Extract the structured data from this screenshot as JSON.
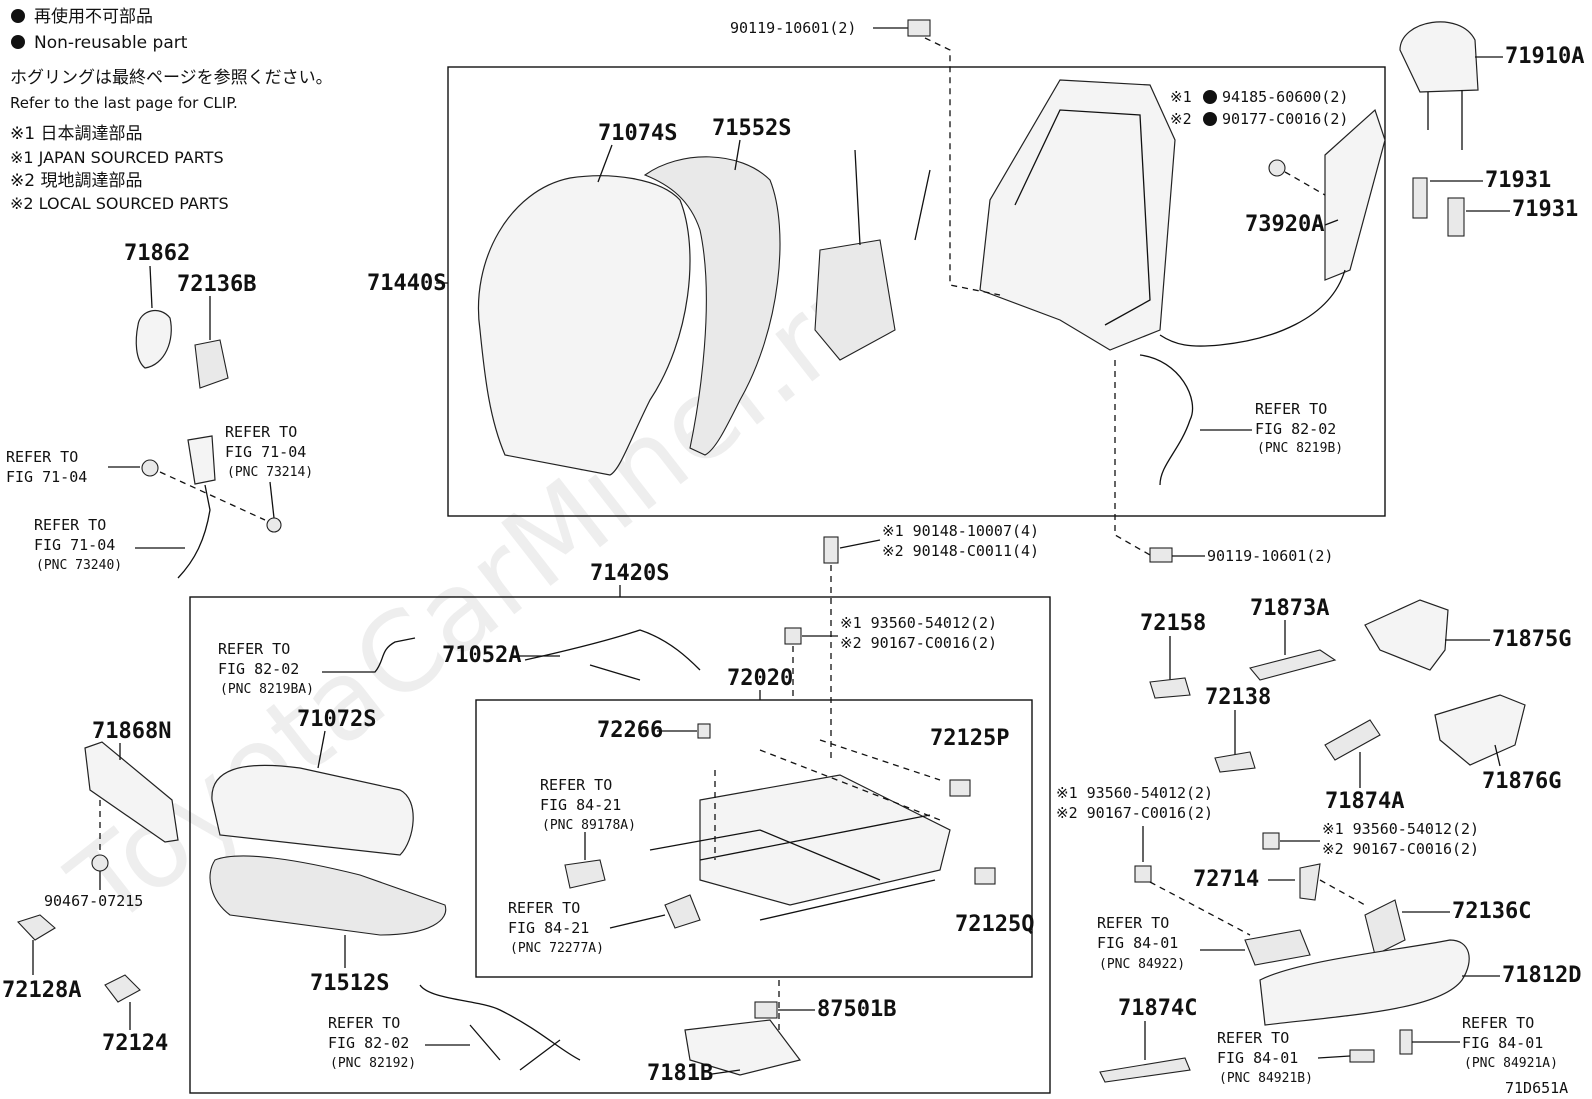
{
  "legend": {
    "non_reusable_jp": "再使用不可部品",
    "non_reusable_en": "Non-reusable part",
    "clip_jp": "ホグリングは最終ページを参照ください。",
    "clip_en": "Refer to the last page for CLIP.",
    "note1_jp": "※1 日本調達部品",
    "note1_en": "※1 JAPAN SOURCED PARTS",
    "note2_jp": "※2 現地調達部品",
    "note2_en": "※2 LOCAL SOURCED PARTS"
  },
  "watermark": "ToyotaCarMiner.ru",
  "figure_code": "71D651A",
  "parts": {
    "p71910A": "71910A",
    "p71931a": "71931",
    "p71931b": "71931",
    "p73920A": "73920A",
    "p71074S": "71074S",
    "p71552S": "71552S",
    "p71440S": "71440S",
    "p71862": "71862",
    "p72136B": "72136B",
    "p71420S": "71420S",
    "p71052A": "71052A",
    "p72020": "72020",
    "p72266": "72266",
    "p72125P": "72125P",
    "p72125Q": "72125Q",
    "p71072S": "71072S",
    "p71512S": "71512S",
    "p71868N": "71868N",
    "p90467": "90467-07215",
    "p72128A": "72128A",
    "p72124": "72124",
    "p87501B": "87501B",
    "p7181B": "7181B",
    "p72158": "72158",
    "p71873A": "71873A",
    "p71875G": "71875G",
    "p72138": "72138",
    "p71876G": "71876G",
    "p71874A": "71874A",
    "p72714": "72714",
    "p72136C": "72136C",
    "p71812D": "71812D",
    "p71874C": "71874C"
  },
  "bolts": {
    "b_top": "90119-10601(2)",
    "b_right": "90119-10601(2)",
    "b_94185_mark": "※1",
    "b_94185": "94185-60600(2)",
    "b_90177_mark": "※2",
    "b_90177": "90177-C0016(2)",
    "b_90148a": "※1 90148-10007(4)",
    "b_90148b": "※2 90148-C0011(4)",
    "b_93560a": "※1 93560-54012(2)",
    "b_90167a": "※2 90167-C0016(2)",
    "b_93560b": "※1 93560-54012(2)",
    "b_90167b": "※2 90167-C0016(2)",
    "b_93560c": "※1 93560-54012(2)",
    "b_90167c": "※2 90167-C0016(2)"
  },
  "refs": {
    "r1": {
      "l1": "REFER TO",
      "l2": "FIG 82-02",
      "l3": "(PNC 8219B)"
    },
    "r2": {
      "l1": "REFER TO",
      "l2": "FIG 71-04",
      "l3": "(PNC 73214)"
    },
    "r3": {
      "l1": "REFER TO",
      "l2": "FIG 71-04"
    },
    "r4": {
      "l1": "REFER TO",
      "l2": "FIG 71-04",
      "l3": "(PNC 73240)"
    },
    "r5": {
      "l1": "REFER TO",
      "l2": "FIG 82-02",
      "l3": "(PNC 8219BA)"
    },
    "r6": {
      "l1": "REFER TO",
      "l2": "FIG 84-21",
      "l3": "(PNC 89178A)"
    },
    "r7": {
      "l1": "REFER TO",
      "l2": "FIG 84-21",
      "l3": "(PNC 72277A)"
    },
    "r8": {
      "l1": "REFER TO",
      "l2": "FIG 82-02",
      "l3": "(PNC 82192)"
    },
    "r9": {
      "l1": "REFER TO",
      "l2": "FIG 84-01",
      "l3": "(PNC 84922)"
    },
    "r10": {
      "l1": "REFER TO",
      "l2": "FIG 84-01",
      "l3": "(PNC 84921B)"
    },
    "r11": {
      "l1": "REFER TO",
      "l2": "FIG 84-01",
      "l3": "(PNC 84921A)"
    }
  }
}
